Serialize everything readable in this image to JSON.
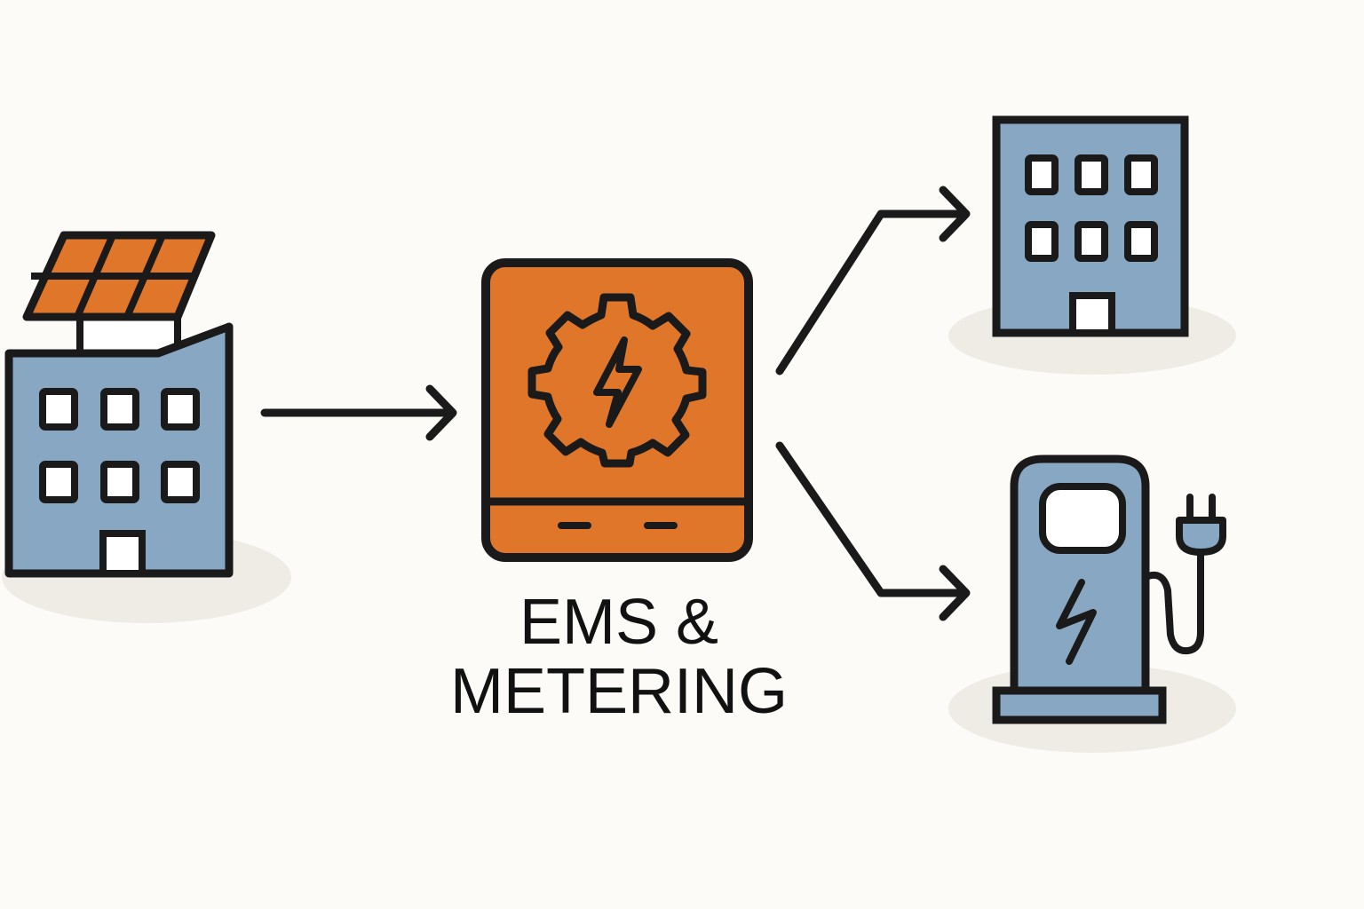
{
  "diagram": {
    "label_line1": "EMS &",
    "label_line2": "METERING",
    "nodes": [
      {
        "id": "solar-building",
        "icon": "building-with-solar-panel-icon"
      },
      {
        "id": "ems-device",
        "icon": "gear-lightning-icon"
      },
      {
        "id": "consumer-building",
        "icon": "office-building-icon"
      },
      {
        "id": "ev-charger",
        "icon": "ev-charging-station-icon"
      }
    ],
    "edges": [
      {
        "from": "solar-building",
        "to": "ems-device"
      },
      {
        "from": "ems-device",
        "to": "consumer-building"
      },
      {
        "from": "ems-device",
        "to": "ev-charger"
      }
    ]
  },
  "colors": {
    "background": "#fcfbf8",
    "stroke": "#1a1a1a",
    "accent_orange": "#e0762a",
    "building_blue": "#88a7c2",
    "shadow": "#efece6",
    "window_white": "#ffffff"
  }
}
